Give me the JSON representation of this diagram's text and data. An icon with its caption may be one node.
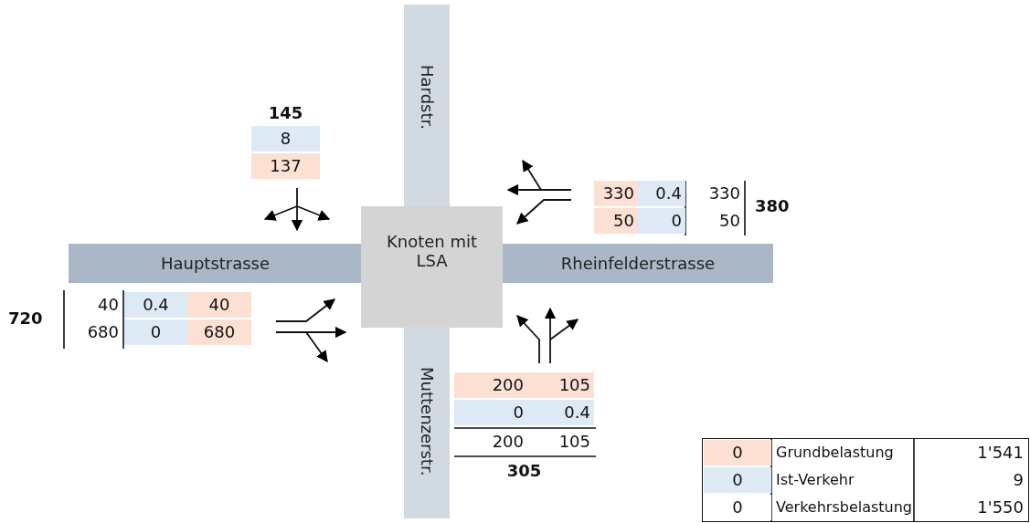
{
  "diagram": {
    "nodes": [
      {
        "text": [
          "Hardstr."
        ]
      },
      {
        "text": [
          "Hauptstrasse"
        ]
      },
      {
        "text": [
          "Knoten mit LSA"
        ]
      },
      {
        "text": [
          "Rheinfelderstrasse"
        ]
      },
      {
        "text": [
          "Muttenzerstr."
        ]
      }
    ],
    "labels": [
      "145",
      "8",
      "137",
      "330",
      "0.4",
      "330",
      "380",
      "50",
      "0",
      "50",
      "720",
      "40",
      "0.4",
      "40",
      "680",
      "0",
      "680",
      "200",
      "105",
      "0",
      "0.4",
      "200",
      "105",
      "305",
      "0",
      "1'541",
      "0",
      "9",
      "0",
      "1'550"
    ],
    "legend": [
      {
        "text": "Grundbelastung",
        "color": "#fbe0d3"
      },
      {
        "text": "Ist-Verkehr",
        "color": "#dde9f5"
      },
      {
        "text": "Verkehrsbelastung",
        "color": "#ffffff"
      }
    ]
  }
}
